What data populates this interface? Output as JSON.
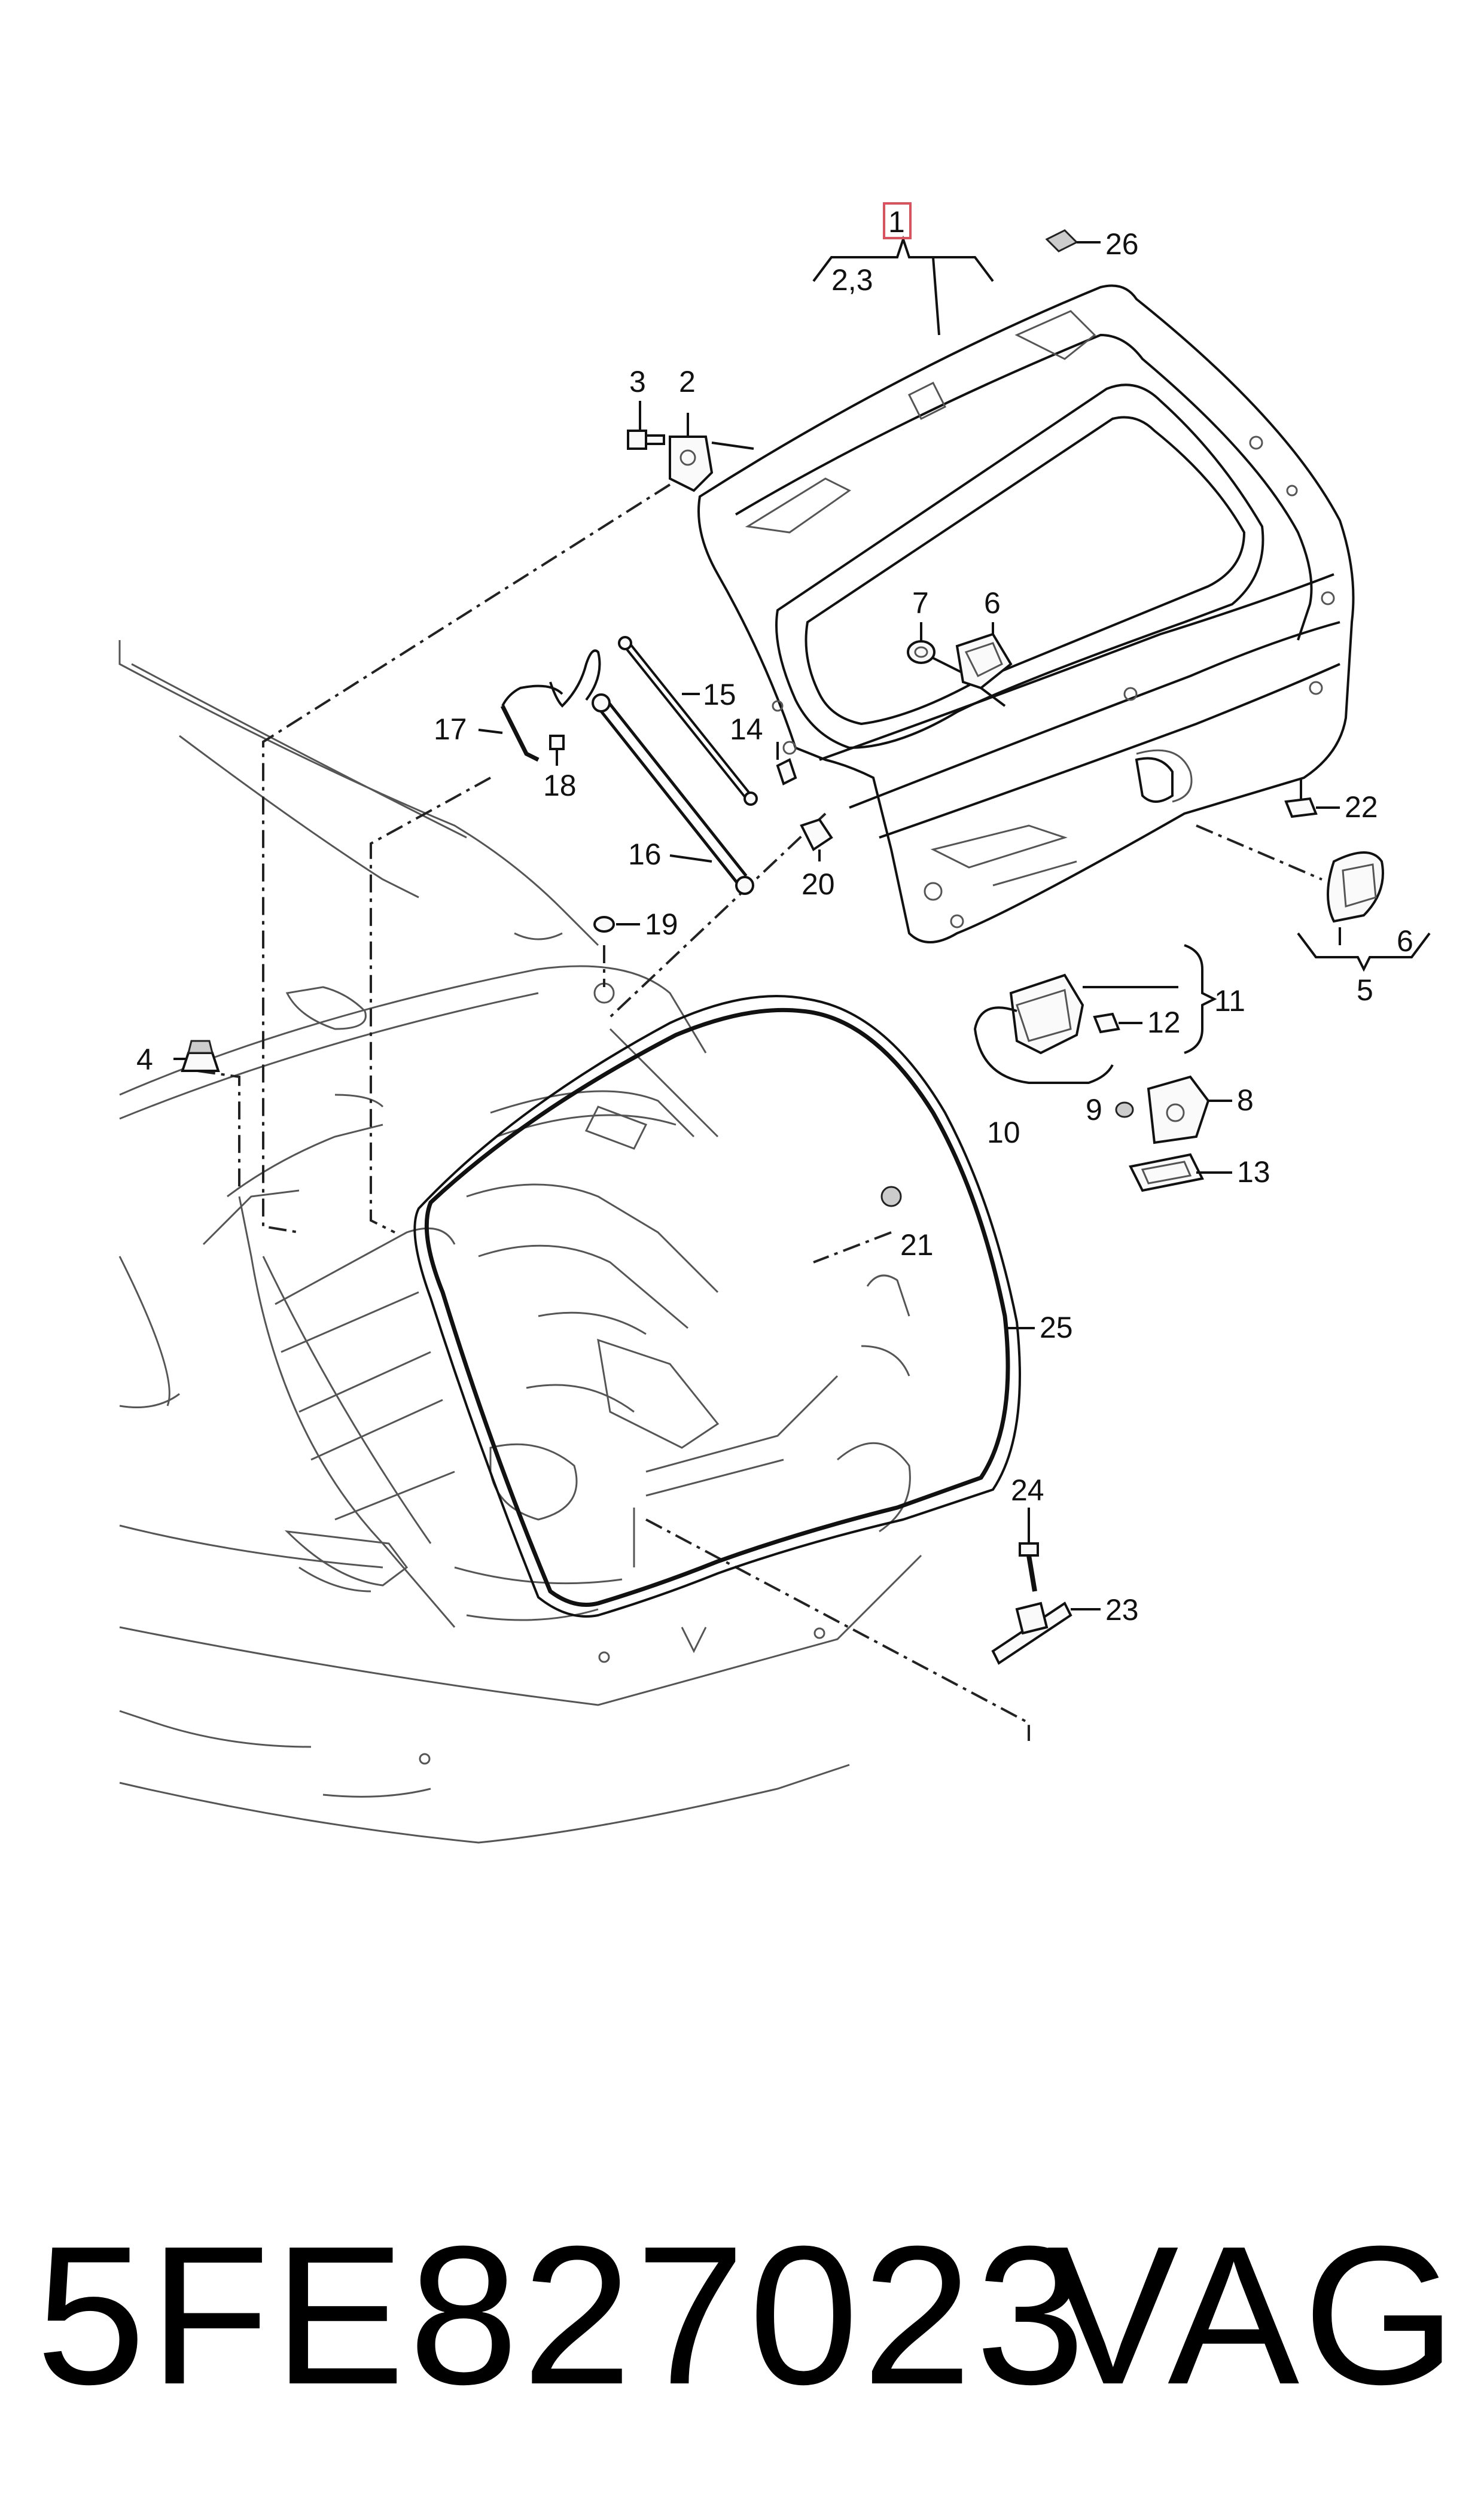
{
  "callouts": {
    "c1": "1",
    "c23_group": "2,3",
    "c26": "26",
    "c3": "3",
    "c2": "2",
    "c7": "7",
    "c6": "6",
    "c15": "15",
    "c17": "17",
    "c14": "14",
    "c18": "18",
    "c22": "22",
    "c16": "16",
    "c20": "20",
    "c5": "5",
    "c6b": "6",
    "c19": "19",
    "c11": "11",
    "c12": "12",
    "c4": "4",
    "c8": "8",
    "c9": "9",
    "c10": "10",
    "c13": "13",
    "c21": "21",
    "c25": "25",
    "c24": "24",
    "c23": "23"
  },
  "highlight_color": "#e0505a",
  "footer": {
    "part_number": "5FE827023",
    "brand": "VAG"
  }
}
